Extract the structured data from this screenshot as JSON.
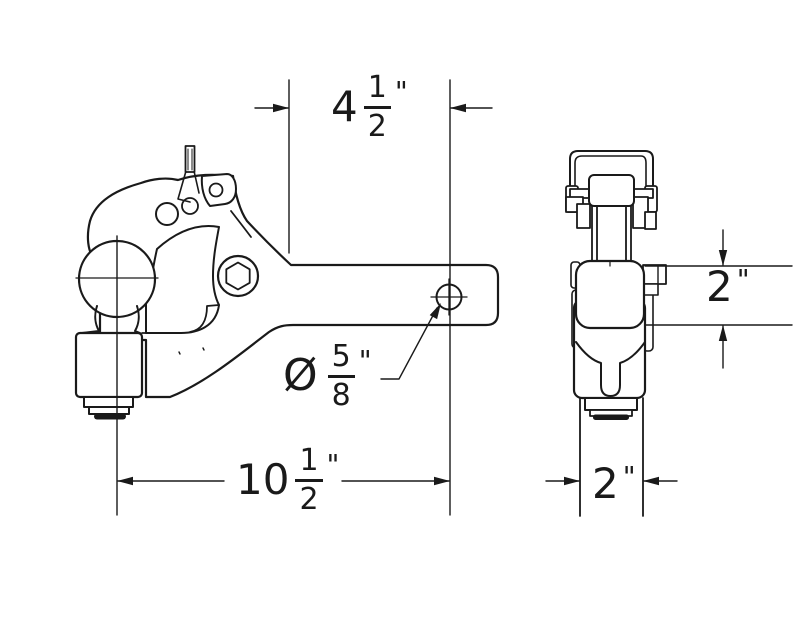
{
  "colors": {
    "background": "#ffffff",
    "line": "#1a1a1a"
  },
  "dimensions": {
    "shank_center_to_end": {
      "whole": "4",
      "num": "1",
      "den": "2",
      "unit": "\""
    },
    "pin_hole_diameter": {
      "symbol": "Ø",
      "num": "5",
      "den": "8",
      "unit": "\""
    },
    "overall_length": {
      "whole": "10",
      "num": "1",
      "den": "2",
      "unit": "\""
    },
    "ball_size": {
      "whole": "2",
      "unit": "\""
    },
    "shank_width": {
      "whole": "2",
      "unit": "\""
    }
  }
}
